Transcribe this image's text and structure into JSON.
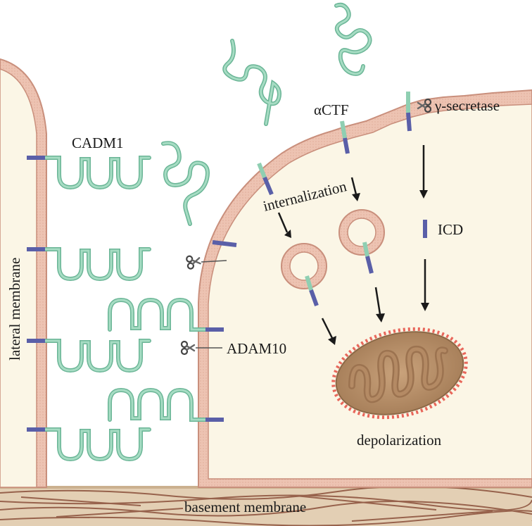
{
  "labels": {
    "cadm1": "CADM1",
    "actf": "αCTF",
    "gamma_secretase": "γ-secretase",
    "internalization": "internalization",
    "icd": "ICD",
    "adam10": "ADAM10",
    "lateral_membrane": "lateral membrane",
    "depolarization": "depolarization",
    "basement_membrane": "basement membrane"
  },
  "colors": {
    "membrane": "#edc3b2",
    "membrane_edge": "#c98f7c",
    "cytoplasm": "#fbf6e6",
    "protein": "#8fcfb2",
    "protein_dark": "#6ab596",
    "transmembrane": "#5a5fa8",
    "mito_outer": "#c7a07a",
    "mito_inner": "#9c7350",
    "mito_spikes": "#e8665a",
    "basement": "#d8c3a8",
    "fibers": "#8a4f3a",
    "arrow": "#1a1a1a"
  },
  "icons": [
    "scissors-icon"
  ]
}
